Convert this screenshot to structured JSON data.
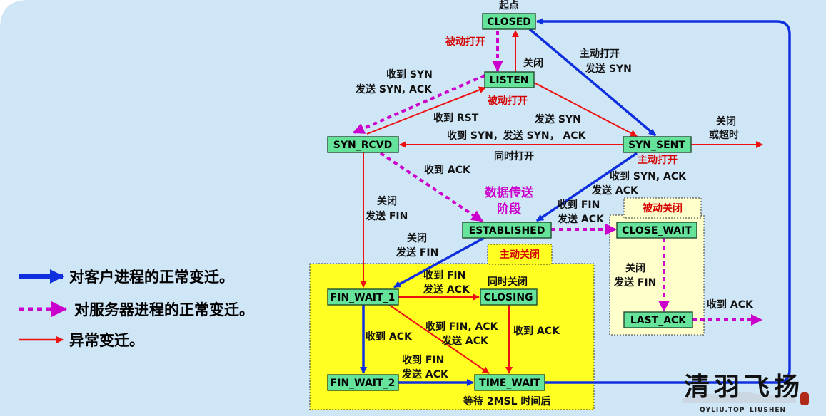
{
  "states": {
    "closed": "CLOSED",
    "listen": "LISTEN",
    "syn_rcvd": "SYN_RCVD",
    "syn_sent": "SYN_SENT",
    "established": "ESTABLISHED",
    "close_wait": "CLOSE_WAIT",
    "last_ack": "LAST_ACK",
    "fin_wait_1": "FIN_WAIT_1",
    "closing": "CLOSING",
    "fin_wait_2": "FIN_WAIT_2",
    "time_wait": "TIME_WAIT"
  },
  "labels": {
    "start": "起点",
    "passive_open_1": "被动打开",
    "close_1": "关闭",
    "active_open_send_syn_l1": "主动打开",
    "active_open_send_syn_l2": "发送 SYN",
    "recv_syn_send_synack_l1": "收到 SYN",
    "recv_syn_send_synack_l2": "发送 SYN, ACK",
    "passive_open_2": "被动打开",
    "recv_rst": "收到 RST",
    "send_syn": "发送 SYN",
    "recv_syn_send_synack_long": "收到 SYN，发送 SYN，  ACK",
    "simultaneous_open": "同时打开",
    "close_or_timeout_l1": "关闭",
    "close_or_timeout_l2": "或超时",
    "active_open_2": "主动打开",
    "recv_ack_1": "收到 ACK",
    "recv_synack_send_ack_l1": "收到 SYN, ACK",
    "recv_synack_send_ack_l2": "发送 ACK",
    "data_transfer_l1": "数据传送",
    "data_transfer_l2": "阶段",
    "close_send_fin_a_l1": "关闭",
    "close_send_fin_a_l2": "发送 FIN",
    "recv_fin_send_ack_a_l1": "收到 FIN",
    "recv_fin_send_ack_a_l2": "发送 ACK",
    "passive_close": "被动关闭",
    "close_send_fin_b_l1": "关闭",
    "close_send_fin_b_l2": "发送 FIN",
    "active_close": "主动关闭",
    "recv_fin_send_ack_b_l1": "收到 FIN",
    "recv_fin_send_ack_b_l2": "发送 ACK",
    "simultaneous_close": "同时关闭",
    "close_send_fin_c_l1": "关闭",
    "close_send_fin_c_l2": "发送 FIN",
    "recv_ack_2": "收到 ACK",
    "recv_fin_ack_send_ack_l1": "收到 FIN, ACK",
    "recv_fin_ack_send_ack_l2": "发送 ACK",
    "recv_ack_3": "收到 ACK",
    "recv_ack_4": "收到 ACK",
    "recv_fin_send_ack_c_l1": "收到 FIN",
    "recv_fin_send_ack_c_l2": "发送 ACK",
    "wait_2msl": "等待 2MSL 时间后"
  },
  "legend": {
    "client": "对客户进程的正常变迁。",
    "server": "对服务器进程的正常变迁。",
    "abnormal": "异常变迁。"
  },
  "watermark": {
    "title": "清羽飞扬",
    "sub_left": "QYLIU.TOP",
    "sub_right": "LIUSHEN"
  },
  "colors": {
    "background": "#cfe6f7",
    "client_arrow": "#1030e0",
    "server_arrow": "#cc00cc",
    "abnormal_arrow": "#ee1111",
    "state_fill": "#66e39a",
    "active_close_zone": "#ffff22",
    "passive_close_zone": "#ffffcc"
  }
}
